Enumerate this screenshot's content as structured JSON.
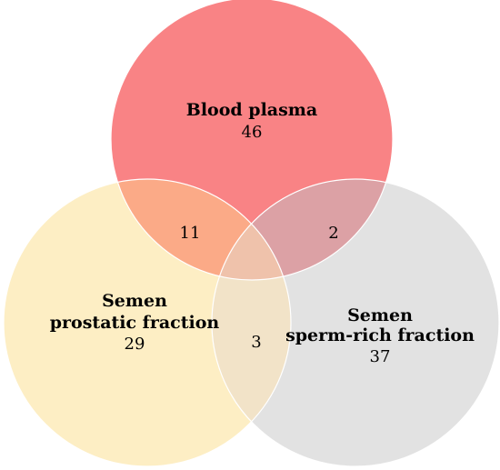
{
  "sets": [
    {
      "id": "blood",
      "name_lines": [
        "Blood plasma"
      ],
      "count": "46",
      "fill": "#f98385"
    },
    {
      "id": "prostatic",
      "name_lines": [
        "Semen",
        "prostatic fraction"
      ],
      "count": "29",
      "fill": "#fdeec4"
    },
    {
      "id": "sperm",
      "name_lines": [
        "Semen",
        "sperm-rich fraction"
      ],
      "count": "37",
      "fill": "#e2e2e2"
    }
  ],
  "intersections": [
    {
      "sets": [
        "blood",
        "prostatic"
      ],
      "count": "11",
      "fill": "#fbaa87"
    },
    {
      "sets": [
        "blood",
        "sperm"
      ],
      "count": "2",
      "fill": "#dca1a5"
    },
    {
      "sets": [
        "prostatic",
        "sperm"
      ],
      "count": "3",
      "fill": "#f2e3c8"
    },
    {
      "sets": [
        "blood",
        "prostatic",
        "sperm"
      ],
      "count": "",
      "fill": "#efc2ab"
    }
  ],
  "colors": {
    "outline": "#ffffff",
    "text": "#000000"
  }
}
